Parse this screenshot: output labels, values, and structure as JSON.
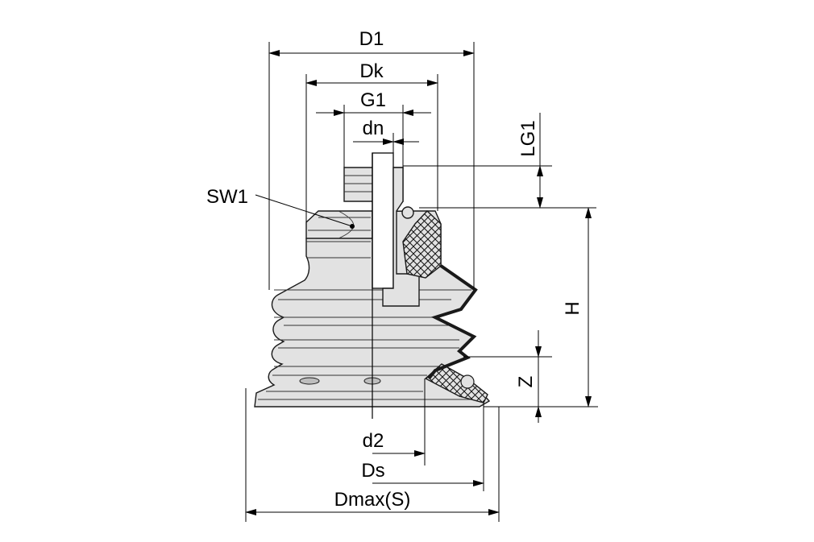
{
  "labels": {
    "D1": "D1",
    "Dk": "Dk",
    "G1": "G1",
    "dn": "dn",
    "LG1": "LG1",
    "SW1": "SW1",
    "H": "H",
    "Z": "Z",
    "d2": "d2",
    "Ds": "Ds",
    "Dmax": "Dmax(S)"
  },
  "colors": {
    "part_fill": "#e2e2e2",
    "outline": "#1a1a1a",
    "background": "#ffffff"
  }
}
